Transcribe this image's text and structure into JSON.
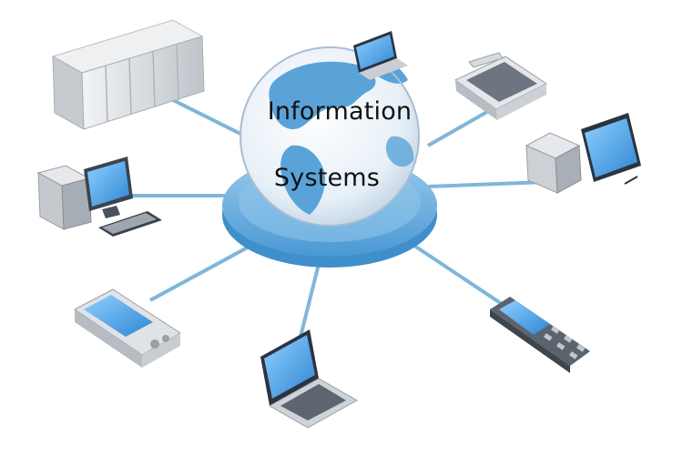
{
  "diagram": {
    "title_line1": "Information",
    "title_line2": "Systems"
  },
  "colors": {
    "link": "#7fb6da",
    "platform": "#6fb2e0",
    "screen": "#4da6e8",
    "device_body": "#d9dde2",
    "globe_ocean": "#e9f1f8",
    "globe_land": "#5aa3d9"
  },
  "nodes": [
    {
      "kind": "server-rack",
      "icon": "server-rack-icon"
    },
    {
      "kind": "laptop-small",
      "icon": "laptop-icon"
    },
    {
      "kind": "scanner",
      "icon": "scanner-icon"
    },
    {
      "kind": "desktop-pc",
      "icon": "desktop-computer-icon"
    },
    {
      "kind": "desktop-pc",
      "icon": "desktop-computer-icon"
    },
    {
      "kind": "pda",
      "icon": "pda-icon"
    },
    {
      "kind": "laptop",
      "icon": "laptop-icon"
    },
    {
      "kind": "mobile-phone",
      "icon": "mobile-phone-icon"
    }
  ]
}
